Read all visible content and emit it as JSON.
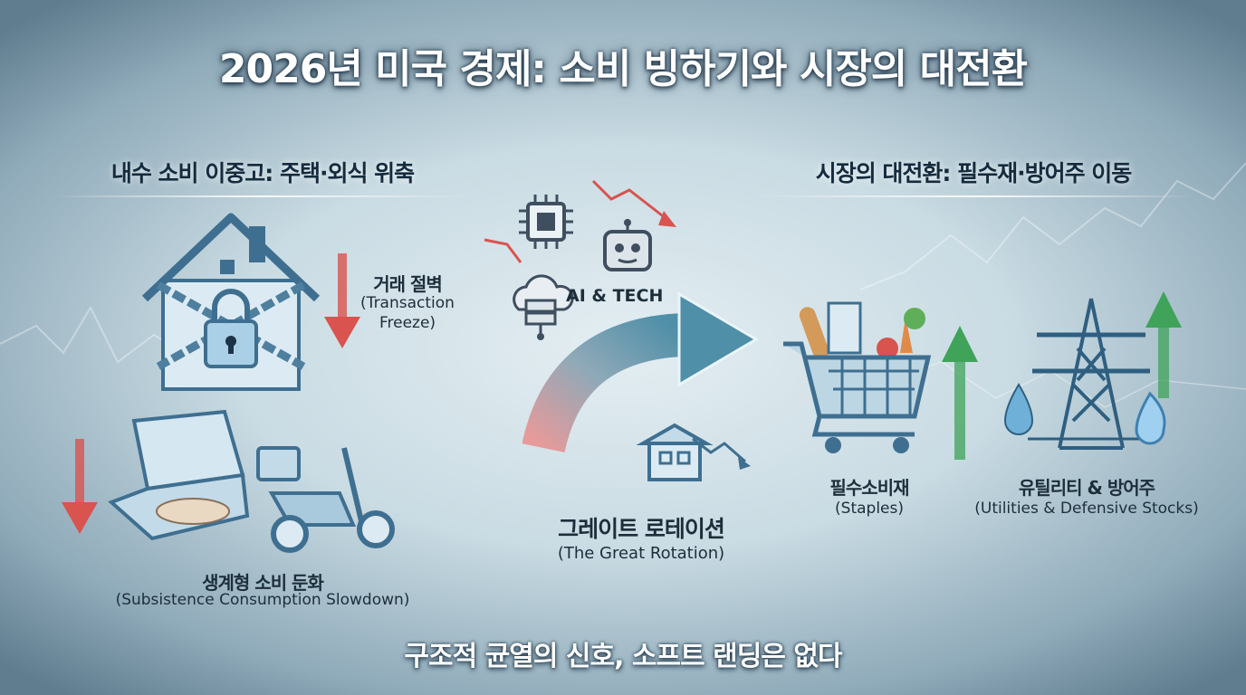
{
  "title": "2026년 미국 경제: 소비 빙하기와 시장의 대전환",
  "left_section": {
    "heading": "내수 소비 이중고: 주택·외식 위축",
    "housing": {
      "label_ko": "거래 절벽",
      "label_en_1": "(Transaction",
      "label_en_2": "Freeze)"
    },
    "consumption": {
      "label_ko": "생계형 소비 둔화",
      "label_en": "(Subsistence Consumption Slowdown)"
    }
  },
  "center_section": {
    "tech_label": "AI & TECH",
    "rotation_ko": "그레이트 로테이션",
    "rotation_en": "(The Great Rotation)"
  },
  "right_section": {
    "heading": "시장의 대전환: 필수재·방어주 이동",
    "staples": {
      "label_ko": "필수소비재",
      "label_en": "(Staples)"
    },
    "utilities": {
      "label_ko": "유틸리티 & 방어주",
      "label_en": "(Utilities & Defensive Stocks)"
    }
  },
  "footer": "구조적 균열의 신호, 소프트 랜딩은 없다",
  "colors": {
    "down": "#d9534f",
    "up": "#3fa35a",
    "ice": "#4a7a9c",
    "dark": "#1d3447"
  }
}
